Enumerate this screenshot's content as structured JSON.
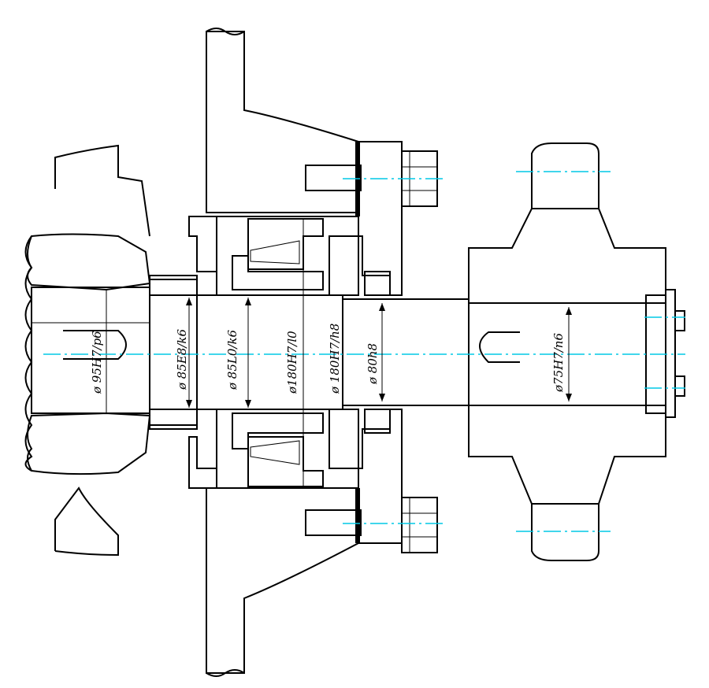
{
  "colors": {
    "line": "#000000",
    "centerline": "#00c8e6",
    "background": "#ffffff"
  },
  "dimensions": [
    {
      "id": "d1",
      "label": "ø 95H7/p6"
    },
    {
      "id": "d2",
      "label": "ø 85E8/k6"
    },
    {
      "id": "d3",
      "label": "ø 85L0/k6"
    },
    {
      "id": "d4",
      "label": "ø180H7/l0"
    },
    {
      "id": "d5",
      "label": "ø 180H7/h8"
    },
    {
      "id": "d6",
      "label": "ø 80h8"
    },
    {
      "id": "d7",
      "label": "ø75H7/n6"
    }
  ]
}
